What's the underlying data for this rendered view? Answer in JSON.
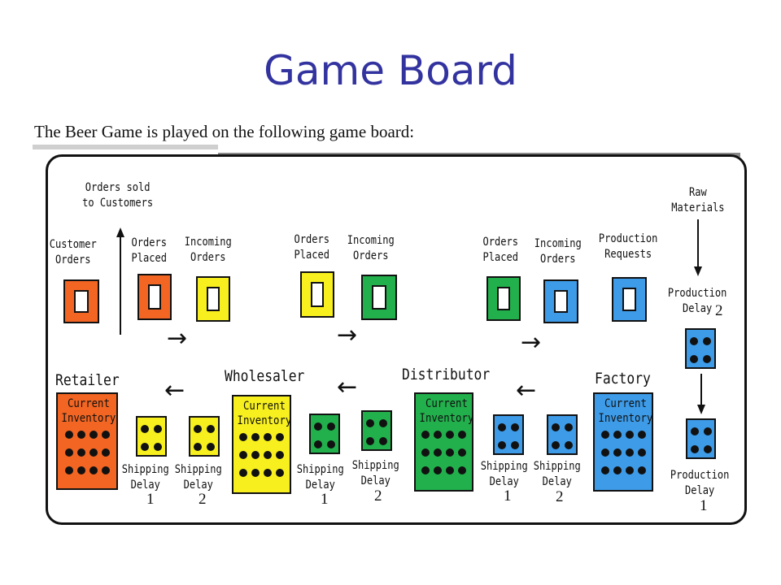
{
  "title": "Game Board",
  "intro": "The Beer Game is played on the following game board:",
  "colors": {
    "retailer": "#f26522",
    "wholesaler": "#f7f01e",
    "distributor": "#22b04c",
    "factory": "#3d9be8",
    "title": "#3333a0"
  },
  "labels": {
    "orders_sold": "Orders sold\nto Customers",
    "customer_orders": "Customer\nOrders",
    "orders_placed": "Orders\nPlaced",
    "incoming_orders": "Incoming\nOrders",
    "production_requests": "Production\nRequests",
    "raw_materials": "Raw\nMaterials",
    "production_delay": "Production\nDelay",
    "shipping_delay": "Shipping\nDelay",
    "current_inventory": "Current\nInventory"
  },
  "stages": {
    "retailer": "Retailer",
    "wholesaler": "Wholesaler",
    "distributor": "Distributor",
    "factory": "Factory"
  },
  "numbers": {
    "one": "1",
    "two": "2"
  }
}
